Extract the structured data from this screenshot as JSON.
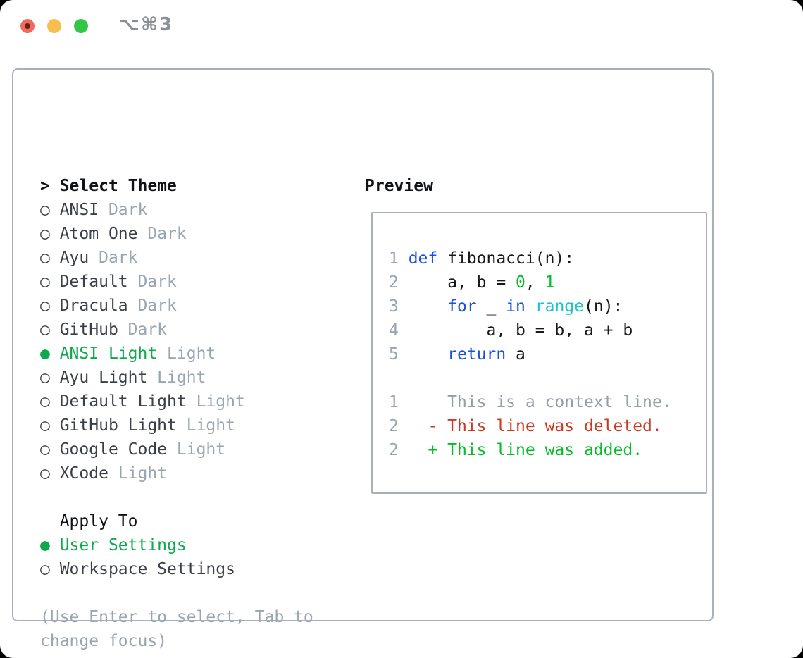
{
  "window": {
    "title": "⌥⌘3"
  },
  "colors": {
    "accent_green": "#0da94c",
    "code_blue": "#1c50d8",
    "code_cyan": "#1fc3ce",
    "code_green": "#06bd27",
    "code_red": "#c93a24",
    "muted": "#9aa5b2",
    "ink": "#101215",
    "item_text": "#3a3f47",
    "panel_border": "#a9b0ba",
    "traffic_red": "#ee695e",
    "traffic_yellow": "#f6bf50",
    "traffic_green": "#32c546"
  },
  "theme_picker": {
    "prompt": "> ",
    "title": "Select Theme",
    "bullet_selected": "●",
    "bullet_unselected": "○",
    "items": [
      {
        "name": "ANSI",
        "variant": "Dark",
        "selected": false
      },
      {
        "name": "Atom One",
        "variant": "Dark",
        "selected": false
      },
      {
        "name": "Ayu",
        "variant": "Dark",
        "selected": false
      },
      {
        "name": "Default",
        "variant": "Dark",
        "selected": false
      },
      {
        "name": "Dracula",
        "variant": "Dark",
        "selected": false
      },
      {
        "name": "GitHub",
        "variant": "Dark",
        "selected": false
      },
      {
        "name": "ANSI Light",
        "variant": "Light",
        "selected": true
      },
      {
        "name": "Ayu Light",
        "variant": "Light",
        "selected": false
      },
      {
        "name": "Default Light",
        "variant": "Light",
        "selected": false
      },
      {
        "name": "GitHub Light",
        "variant": "Light",
        "selected": false
      },
      {
        "name": "Google Code",
        "variant": "Light",
        "selected": false
      },
      {
        "name": "XCode",
        "variant": "Light",
        "selected": false
      }
    ],
    "apply_to": {
      "title": "Apply To",
      "options": [
        {
          "name": "User Settings",
          "selected": true
        },
        {
          "name": "Workspace Settings",
          "selected": false
        }
      ]
    },
    "hint": "(Use Enter to select, Tab to change focus)"
  },
  "preview": {
    "title": "Preview",
    "lines": [
      {
        "tokens": [
          {
            "t": "1 ",
            "c": "num"
          },
          {
            "t": "def",
            "c": "kw"
          },
          {
            "t": " fibonacci(n):",
            "c": "fg"
          }
        ]
      },
      {
        "tokens": [
          {
            "t": "2 ",
            "c": "num"
          },
          {
            "t": "    a, b = ",
            "c": "fg"
          },
          {
            "t": "0",
            "c": "grn"
          },
          {
            "t": ", ",
            "c": "fg"
          },
          {
            "t": "1",
            "c": "grn"
          }
        ]
      },
      {
        "tokens": [
          {
            "t": "3 ",
            "c": "num"
          },
          {
            "t": "    ",
            "c": "fg"
          },
          {
            "t": "for",
            "c": "kw"
          },
          {
            "t": " _ ",
            "c": "fg"
          },
          {
            "t": "in",
            "c": "kw"
          },
          {
            "t": " ",
            "c": "fg"
          },
          {
            "t": "range",
            "c": "cyan"
          },
          {
            "t": "(n):",
            "c": "fg"
          }
        ]
      },
      {
        "tokens": [
          {
            "t": "4 ",
            "c": "num"
          },
          {
            "t": "        a, b = b, a + b",
            "c": "fg"
          }
        ]
      },
      {
        "tokens": [
          {
            "t": "5 ",
            "c": "num"
          },
          {
            "t": "    ",
            "c": "fg"
          },
          {
            "t": "return",
            "c": "kw"
          },
          {
            "t": " a",
            "c": "fg"
          }
        ]
      },
      {
        "tokens": []
      },
      {
        "tokens": [
          {
            "t": "1 ",
            "c": "num"
          },
          {
            "t": "    This is a context line.",
            "c": "ctx"
          }
        ]
      },
      {
        "tokens": [
          {
            "t": "2 ",
            "c": "num"
          },
          {
            "t": "  - This line was deleted.",
            "c": "del"
          }
        ]
      },
      {
        "tokens": [
          {
            "t": "2 ",
            "c": "num"
          },
          {
            "t": "  + This line was added.",
            "c": "add"
          }
        ]
      }
    ]
  }
}
